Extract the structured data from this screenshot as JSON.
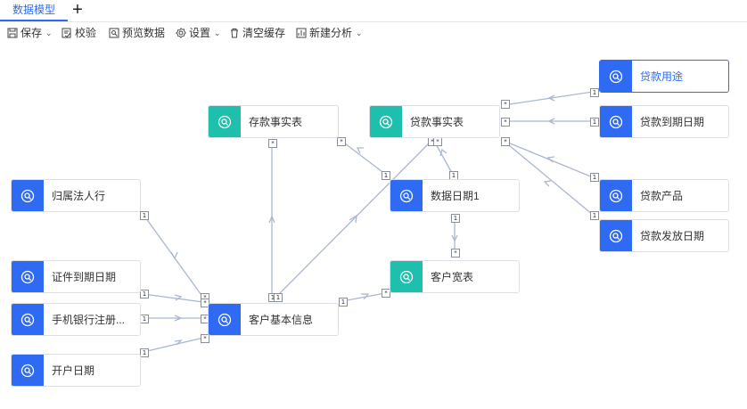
{
  "tabs": {
    "active_label": "数据模型",
    "add_label": "+"
  },
  "toolbar": {
    "save": "保存",
    "validate": "校验",
    "preview": "预览数据",
    "settings": "设置",
    "clear_cache": "清空缓存",
    "new_analysis": "新建分析"
  },
  "colors": {
    "accent": "#2f6bf2",
    "fact": "#1fbfad",
    "dimension": "#2f6bf2",
    "edge": "#a9b8cf"
  },
  "nodes": {
    "deposit_fact": "存款事实表",
    "loan_fact": "贷款事实表",
    "loan_purpose": "贷款用途",
    "loan_due_date": "贷款到期日期",
    "loan_product": "贷款产品",
    "loan_issue_date": "贷款发放日期",
    "data_date1": "数据日期1",
    "customer_wide": "客户宽表",
    "legal_entity": "归属法人行",
    "id_expiry": "证件到期日期",
    "mobile_bank_reg": "手机银行注册...",
    "open_date": "开户日期",
    "customer_basic": "客户基本信息"
  },
  "markers": {
    "one": "1",
    "many": "*"
  }
}
